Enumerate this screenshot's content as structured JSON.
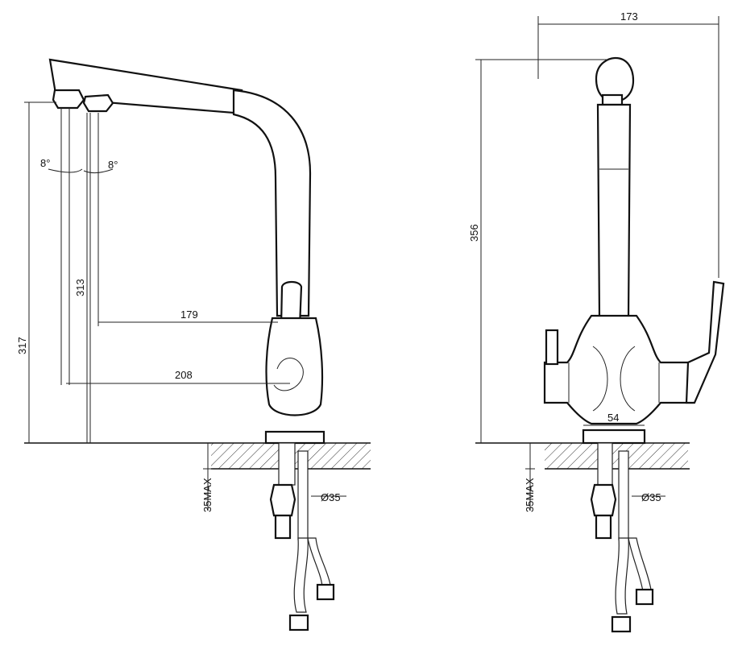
{
  "colors": {
    "line": "#111111",
    "background": "#ffffff"
  },
  "side_view": {
    "angle_left": "8°",
    "angle_right": "8°",
    "dim_height_total": "317",
    "dim_height_spout": "313",
    "dim_reach_inner": "179",
    "dim_reach_outer": "208",
    "dim_max_thickness": "35MAX",
    "dim_hole_diameter": "Ø35"
  },
  "front_view": {
    "dim_width": "173",
    "dim_height": "356",
    "dim_base": "54",
    "dim_max_thickness": "35MAX",
    "dim_hole_diameter": "Ø35"
  }
}
